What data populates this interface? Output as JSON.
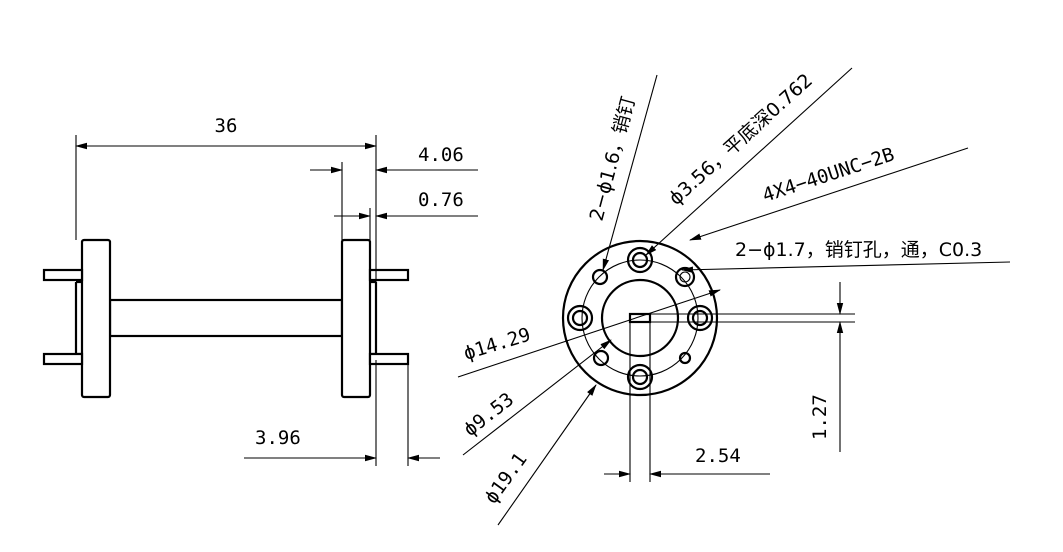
{
  "drawing": {
    "side_view": {
      "overall_length": "36",
      "flange_thickness": "4.06",
      "pin_offset": "0.76",
      "pin_protrusion": "3.96"
    },
    "front_view": {
      "pin_hole_callout": "2−ϕ1.6，销钉",
      "screw_hole_callout": "ϕ3.56，平底深0.762",
      "thread_callout": "4X4−40UNC−2B",
      "pin_through_callout": "2−ϕ1.7，销钉孔，通，C0.3",
      "diameter_1": "ϕ14.29",
      "diameter_2": "ϕ9.53",
      "diameter_3": "ϕ19.1",
      "aperture_height": "1.27",
      "aperture_width": "2.54"
    }
  }
}
